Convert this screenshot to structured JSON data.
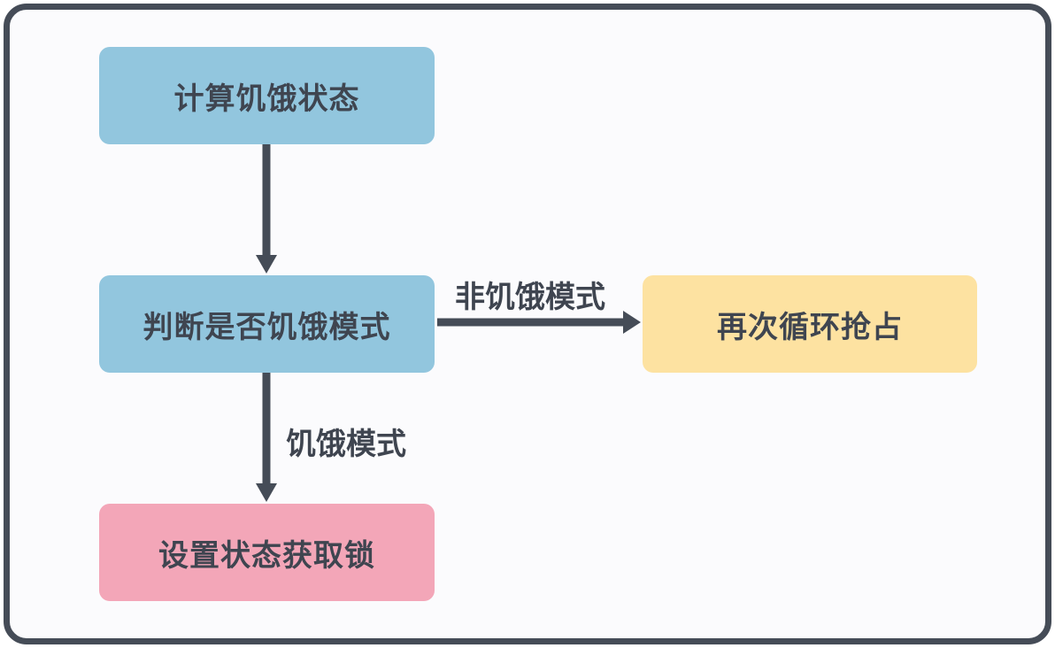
{
  "nodes": {
    "calc_hunger": "计算饥饿状态",
    "check_hunger_mode": "判断是否饥饿模式",
    "retry_grab": "再次循环抢占",
    "set_state_acquire_lock": "设置状态获取锁"
  },
  "edges": {
    "non_hungry_label": "非饥饿模式",
    "hungry_label": "饥饿模式"
  },
  "colors": {
    "border": "#454c57",
    "arrow": "#454c57",
    "blue_box": "#92c6de",
    "yellow_box": "#fde2a1",
    "pink_box": "#f3a6b8",
    "text": "#3f4550"
  }
}
